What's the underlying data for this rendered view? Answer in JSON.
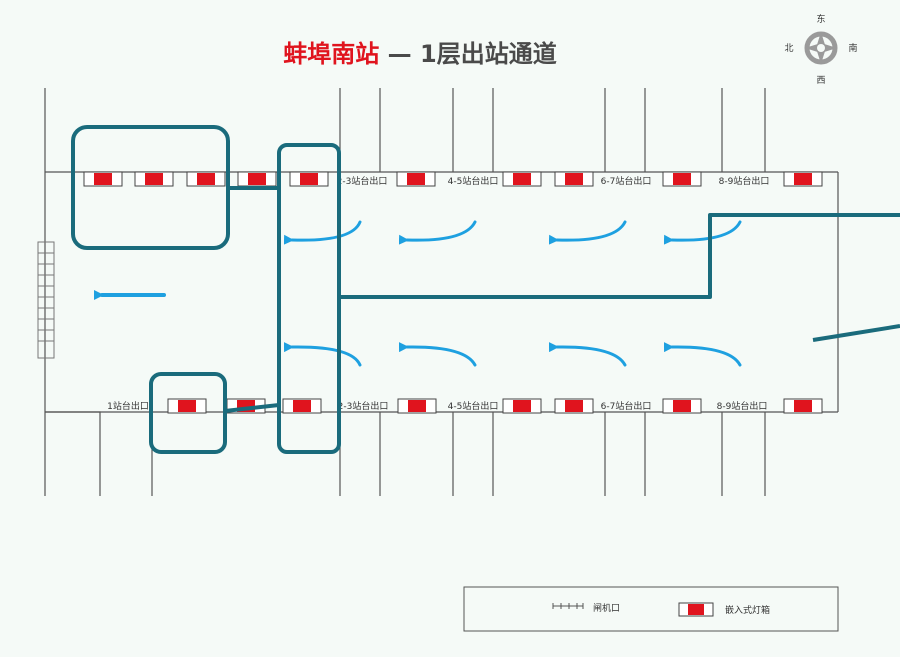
{
  "title": {
    "station": "蚌埠南站",
    "separator": "—",
    "subtitle": "1层出站通道"
  },
  "compass": {
    "east": "东",
    "west": "西",
    "south": "南",
    "north": "北"
  },
  "platform_exits": {
    "top": [
      "2-3站台出口",
      "4-5站台出口",
      "6-7站台出口",
      "8-9站台出口"
    ],
    "bottom": [
      "1站台出口",
      "2-3站台出口",
      "4-5站台出口",
      "6-7站台出口",
      "8-9站台出口"
    ]
  },
  "legend": {
    "gate_label": "闸机口",
    "light_box_label": "嵌入式灯箱"
  },
  "colors": {
    "title_red": "#e0141e",
    "highlight_teal": "#1a6b7c",
    "arrow_blue": "#1ea0e0",
    "light_box_red": "#e0141e",
    "wall_gray": "#555555"
  }
}
